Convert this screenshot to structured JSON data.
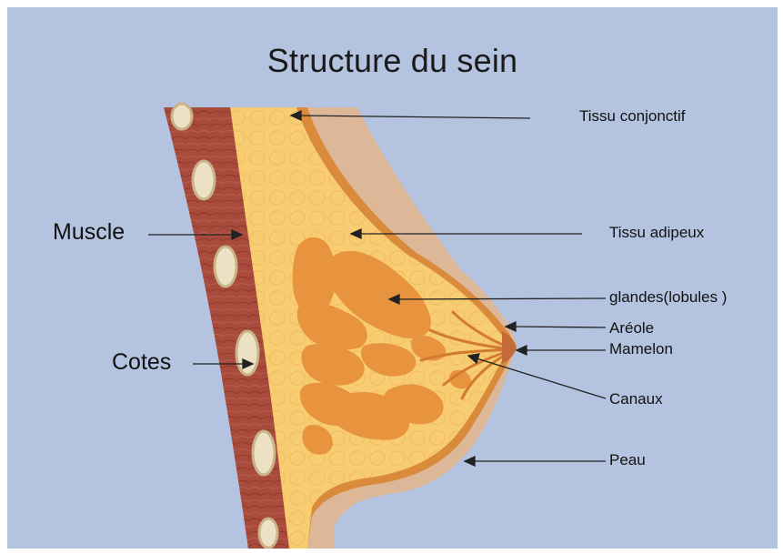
{
  "title": "Structure du sein",
  "labels": {
    "tissu_conjonctif": "Tissu conjonctif",
    "muscle": "Muscle",
    "tissu_adipeux": "Tissu adipeux",
    "glandes": "glandes(lobules )",
    "areole": "Aréole",
    "mamelon": "Mamelon",
    "cotes": "Cotes",
    "canaux": "Canaux",
    "peau": "Peau"
  },
  "colors": {
    "background": "#b4c3df",
    "skin": "#dcb899",
    "muscle": "#a84a3c",
    "fat": "#f8cd72",
    "gland": "#e8943e",
    "rib": "#ece1c4",
    "arrow": "#222222"
  }
}
